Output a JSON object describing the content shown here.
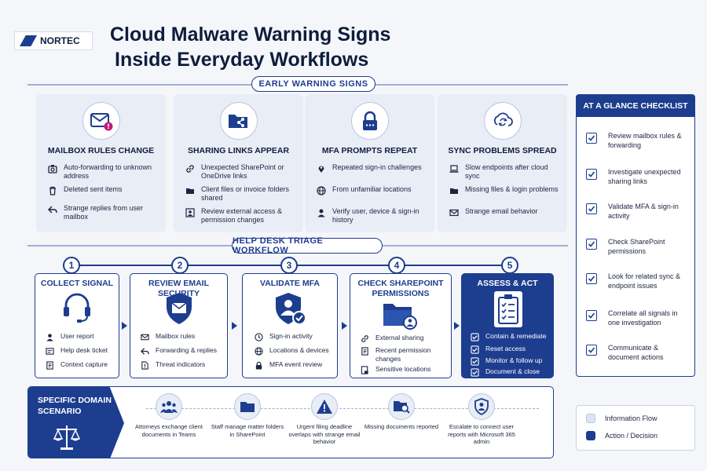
{
  "header": {
    "logo_text": "NORTEC",
    "title_line1": "Cloud Malware Warning Signs",
    "title_line2": "Inside Everyday Workflows"
  },
  "early_warning": {
    "label": "EARLY WARNING SIGNS",
    "cards": [
      {
        "title": "MAILBOX RULES CHANGE",
        "icon": "envelope-alert-icon",
        "items": [
          {
            "icon": "settings-icon",
            "text": "Auto-forwarding to unknown address"
          },
          {
            "icon": "trash-icon",
            "text": "Deleted sent items"
          },
          {
            "icon": "reply-icon",
            "text": "Strange replies from user mailbox"
          }
        ]
      },
      {
        "title": "SHARING LINKS APPEAR",
        "icon": "folder-share-icon",
        "items": [
          {
            "icon": "link-icon",
            "text": "Unexpected SharePoint or OneDrive links"
          },
          {
            "icon": "folder-icon",
            "text": "Client files or invoice folders shared"
          },
          {
            "icon": "user-review-icon",
            "text": "Review external access & permission changes"
          }
        ]
      },
      {
        "title": "MFA PROMPTS REPEAT",
        "icon": "lock-icon",
        "items": [
          {
            "icon": "location-pin-icon",
            "text": "Repeated sign-in challenges"
          },
          {
            "icon": "globe-icon",
            "text": "From unfamiliar locations"
          },
          {
            "icon": "user-icon",
            "text": "Verify user, device & sign-in history"
          }
        ]
      },
      {
        "title": "SYNC PROBLEMS SPREAD",
        "icon": "sync-icon",
        "items": [
          {
            "icon": "laptop-icon",
            "text": "Slow endpoints after cloud sync"
          },
          {
            "icon": "folder-icon",
            "text": "Missing files & login problems"
          },
          {
            "icon": "email-icon",
            "text": "Strange email behavior"
          }
        ]
      }
    ]
  },
  "checklist": {
    "title": "AT A GLANCE CHECKLIST",
    "items": [
      "Review mailbox rules & forwarding",
      "Investigate unexpected sharing links",
      "Validate MFA & sign-in activity",
      "Check SharePoint permissions",
      "Look for related sync & endpoint issues",
      "Correlate all signals in one investigation",
      "Communicate & document actions"
    ]
  },
  "triage": {
    "label": "HELP DESK TRIAGE WORKFLOW",
    "steps": [
      {
        "num": "1",
        "title": "COLLECT SIGNAL",
        "icon": "headset-icon",
        "items": [
          {
            "icon": "user-icon",
            "text": "User report"
          },
          {
            "icon": "ticket-icon",
            "text": "Help desk ticket"
          },
          {
            "icon": "document-icon",
            "text": "Context capture"
          }
        ]
      },
      {
        "num": "2",
        "title": "REVIEW EMAIL SECURITY",
        "icon": "shield-envelope-icon",
        "items": [
          {
            "icon": "mail-icon",
            "text": "Mailbox rules"
          },
          {
            "icon": "reply-icon",
            "text": "Forwarding & replies"
          },
          {
            "icon": "threat-file-icon",
            "text": "Threat indicators"
          }
        ]
      },
      {
        "num": "3",
        "title": "VALIDATE MFA",
        "icon": "shield-user-check-icon",
        "items": [
          {
            "icon": "signin-icon",
            "text": "Sign-in activity"
          },
          {
            "icon": "globe-icon",
            "text": "Locations & devices"
          },
          {
            "icon": "lock-icon",
            "text": "MFA event review"
          }
        ]
      },
      {
        "num": "4",
        "title": "CHECK SHAREPOINT PERMISSIONS",
        "icon": "folder-user-icon",
        "items": [
          {
            "icon": "link-icon",
            "text": "External sharing"
          },
          {
            "icon": "document-icon",
            "text": "Recent permission changes"
          },
          {
            "icon": "document-lock-icon",
            "text": "Sensitive locations"
          }
        ]
      },
      {
        "num": "5",
        "title": "ASSESS & ACT",
        "icon": "clipboard-checklist-icon",
        "items": [
          {
            "icon": "check-icon",
            "text": "Contain & remediate"
          },
          {
            "icon": "check-icon",
            "text": "Reset access"
          },
          {
            "icon": "check-icon",
            "text": "Monitor & follow up"
          },
          {
            "icon": "check-icon",
            "text": "Document & close"
          }
        ]
      }
    ]
  },
  "scenario": {
    "title": "SPECIFIC DOMAIN SCENARIO",
    "icon": "scales-icon",
    "steps": [
      {
        "icon": "team-icon",
        "text": "Attorneys exchange client documents in Teams"
      },
      {
        "icon": "folder-icon",
        "text": "Staff manage matter folders in SharePoint"
      },
      {
        "icon": "warning-icon",
        "text": "Urgent filing deadline overlaps with strange email behavior"
      },
      {
        "icon": "folder-search-icon",
        "text": "Missing documents reported"
      },
      {
        "icon": "shield-user-icon",
        "text": "Escalate to connect user reports with Microsoft 365 admin"
      }
    ]
  },
  "legend": {
    "items": [
      {
        "label": "Information Flow",
        "color": "#dbe4f4"
      },
      {
        "label": "Action / Decision",
        "color": "#1d3d8f"
      }
    ]
  },
  "colors": {
    "navy": "#1d3d8f",
    "accent": "#c2187a",
    "card": "#e8edf6"
  }
}
